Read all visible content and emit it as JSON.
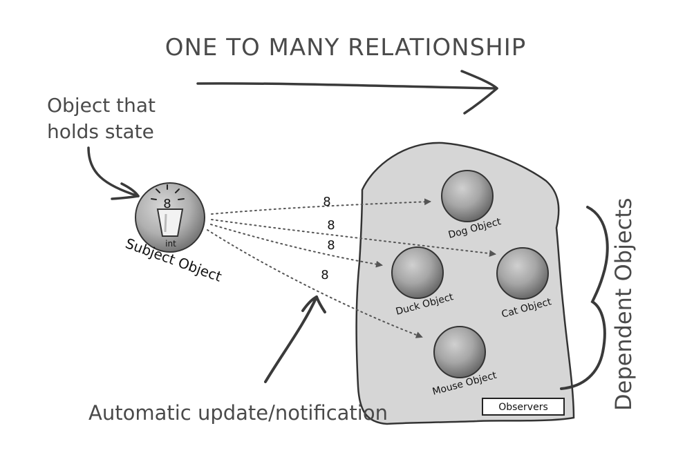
{
  "title": "ONE TO MANY RELATIONSHIP",
  "state_note": [
    "Object that",
    "holds state"
  ],
  "subject": {
    "label": "Subject Object",
    "value": "8",
    "type_label": "int"
  },
  "observers": [
    {
      "id": "dog",
      "label": "Dog Object"
    },
    {
      "id": "cat",
      "label": "Cat Object"
    },
    {
      "id": "duck",
      "label": "Duck Object"
    },
    {
      "id": "mouse",
      "label": "Mouse Object"
    }
  ],
  "notifications": [
    {
      "target": "dog",
      "value": "8"
    },
    {
      "target": "cat",
      "value": "8"
    },
    {
      "target": "duck",
      "value": "8"
    },
    {
      "target": "mouse",
      "value": "8"
    }
  ],
  "observers_box_label": "Observers",
  "dependents_label": "Dependent Objects",
  "update_note": "Automatic update/notification",
  "colors": {
    "ink": "#3a3a3a",
    "blob_fill": "#d6d6d6",
    "sphere_mid": "#a8a8a8",
    "sphere_dark": "#6f6f6f"
  }
}
